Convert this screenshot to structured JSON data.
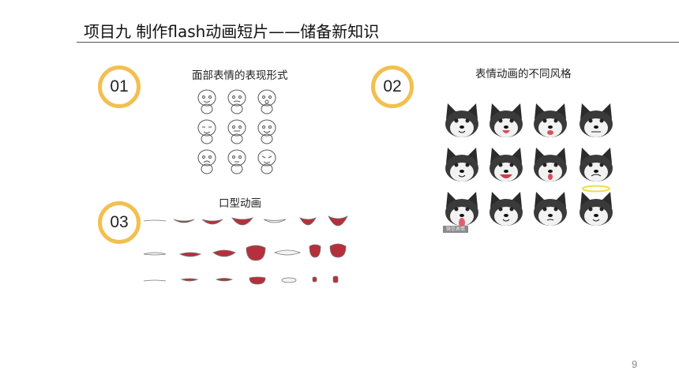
{
  "header": {
    "title": "项目九 制作flash动画短片——储备新知识"
  },
  "sections": [
    {
      "badge": "01",
      "caption": "面部表情的表现形式"
    },
    {
      "badge": "02",
      "caption": "表情动画的不同风格"
    },
    {
      "badge": "03",
      "caption": "口型动画"
    }
  ],
  "watermark_label": "微信表情",
  "page_number": "9",
  "colors": {
    "badge_ring": "#f3bf4e",
    "rule": "#555555",
    "lip": "#b5303a"
  }
}
